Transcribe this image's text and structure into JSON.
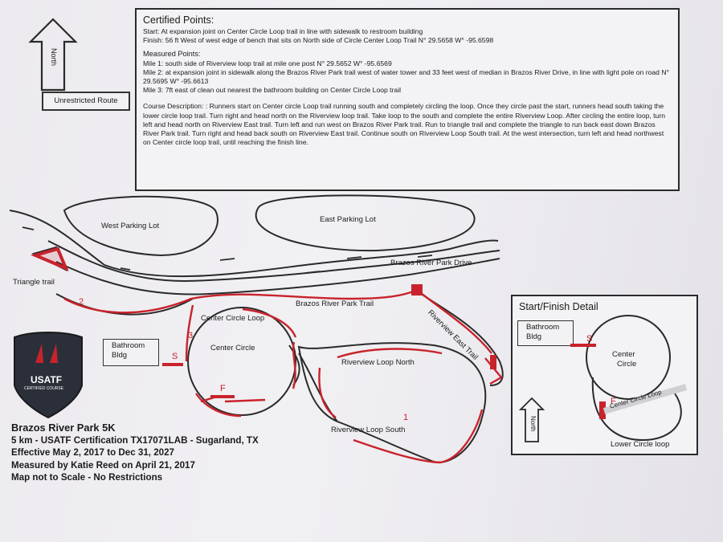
{
  "certified": {
    "title": "Certified Points:",
    "start": "Start: At expansion joint on Center Circle Loop trail in line with sidewalk to restroom building",
    "finish": "Finish: 56 ft West of west edge of bench that sits on North side of Circle Center Loop Trail N° 29.5658 W° -95.6598",
    "measured_title": "Measured Points:",
    "mile1": "Mile 1: south side of Riverview loop trail at mile one post N° 29.5652 W° -95.6569",
    "mile2": "Mile 2: at expansion joint in sidewalk along the Brazos River Park trail west of water tower and 33 feet west of median in Brazos River Drive, in line with light pole on road N° 29.5695 W° -95.6613",
    "mile3": "Mile 3: 7ft east of clean out nearest the bathroom building on Center Circle Loop trail",
    "description": "Course Description: : Runners start on Center circle Loop trail running south and completely circling the loop. Once they circle past the start, runners head south taking the lower circle loop trail. Turn right and head north on the Riverview loop trail. Take loop to the south and complete the entire Riverview Loop. After circling the entire loop, turn left and head north on Riverview East trail. Turn left and run west on Brazos River Park trail. Run to triangle trail and complete the triangle to run back east down Brazos River Park trail. Turn right and head back south on Riverview East trail. Continue south on Riverview Loop South trail. At the west intersection, turn left and head northwest on Center circle loop trail, until reaching the finish line."
  },
  "north_label": "North",
  "route_label": "Unrestricted Route",
  "map_labels": {
    "west_parking": "West Parking Lot",
    "east_parking": "East Parking Lot",
    "drive": "Brazos River Park Drive",
    "triangle": "Triangle trail",
    "park_trail": "Brazos River Park Trail",
    "riverview_east": "Riverview East Trail",
    "center_loop": "Center Circle Loop",
    "center_circle": "Center Circle",
    "bathroom": "Bathroom",
    "bldg": "Bldg",
    "loop_north": "Riverview Loop North",
    "loop_south": "Riverview Loop South",
    "s": "S",
    "f": "F",
    "m1": "1",
    "m2": "2",
    "m3": "3"
  },
  "badge": {
    "name": "USATF",
    "sub": "CERTIFIED COURSE"
  },
  "credits": {
    "line1": "Brazos River Park 5K",
    "line2": "5 km - USATF Certification TX17071LAB - Sugarland, TX",
    "line3": "Effective May 2, 2017 to Dec 31, 2027",
    "line4": "Measured by Katie Reed on April 21, 2017",
    "line5": "Map not to Scale - No Restrictions"
  },
  "detail": {
    "title": "Start/Finish Detail",
    "bathroom": "Bathroom",
    "bldg": "Bldg",
    "center": "Center",
    "circle": "Circle",
    "center_loop": "Center Circle Loop",
    "lower_loop": "Lower Circle loop",
    "s": "S",
    "f": "F",
    "north": "North"
  },
  "colors": {
    "route": "#c8232c",
    "ink": "#2a2a2a",
    "badge_fill": "#2b2f3a"
  }
}
